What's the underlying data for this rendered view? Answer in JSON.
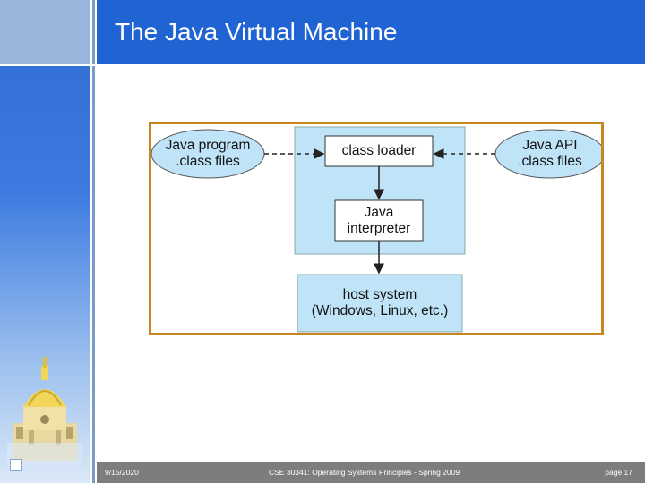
{
  "slide": {
    "title": "The Java Virtual Machine"
  },
  "diagram": {
    "java_program": [
      "Java program",
      ".class files"
    ],
    "class_loader": "class loader",
    "java_interpreter": [
      "Java",
      "interpreter"
    ],
    "host_system": [
      "host system",
      "(Windows, Linux, etc.)"
    ],
    "java_api": [
      "Java API",
      ".class files"
    ]
  },
  "footer": {
    "date": "9/15/2020",
    "course": "CSE 30341: Operating Systems Principles - Spring 2009",
    "page": "page 17"
  },
  "colors": {
    "title_bar": "#1f64d2",
    "sidebar": "#3d7be0",
    "diagram_border": "#c8861e",
    "jvm_panel": "#bfe3f7",
    "footer": "#7d7d7d"
  }
}
